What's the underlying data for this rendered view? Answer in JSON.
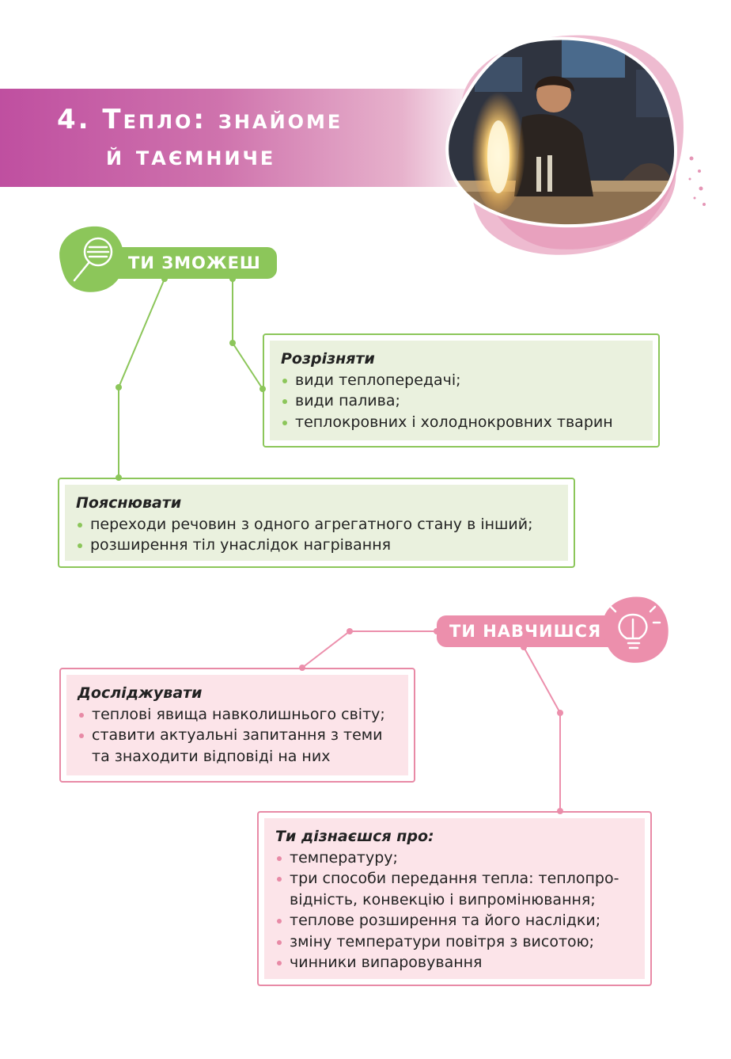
{
  "header": {
    "title_line1": "4. Тепло: знайоме",
    "title_line2": "й таємниче",
    "photo_icon": "scientist-flame-photo"
  },
  "colors": {
    "banner_magenta": "#bf4fa0",
    "banner_pink": "#e7b2cc",
    "green_accent": "#8cc65a",
    "green_fill": "#eaf1de",
    "pink_accent": "#ec8fac",
    "pink_fill": "#fce4e9"
  },
  "can_section": {
    "badge_label": "ТИ ЗМОЖЕШ",
    "icon": "magnifier-icon",
    "distinguish": {
      "heading": "Розрізняти",
      "items": [
        "види теплопередачі;",
        "види палива;",
        "теплокровних і холоднокровних тварин"
      ]
    },
    "explain": {
      "heading": "Пояснювати",
      "items": [
        "переходи речовин з одного агрегатного стану в інший;",
        "розширення тіл унаслідок нагрівання"
      ]
    }
  },
  "learn_section": {
    "badge_label": "ТИ НАВЧИШСЯ",
    "icon": "lightbulb-icon",
    "explore": {
      "heading": "Досліджувати",
      "items": [
        "теплові явища навколишнього світу;",
        "ставити актуальні запитання з теми",
        "та знаходити відповіді на них"
      ]
    },
    "learn_about": {
      "heading": "Ти дізнаєшся про:",
      "items": [
        "температуру;",
        "три способи передання тепла: теплопро-",
        "відність, конвекцію і випромінювання;",
        "теплове розширення та його наслідки;",
        "зміну температури повітря з висотою;",
        "чинники випаровування"
      ]
    }
  }
}
